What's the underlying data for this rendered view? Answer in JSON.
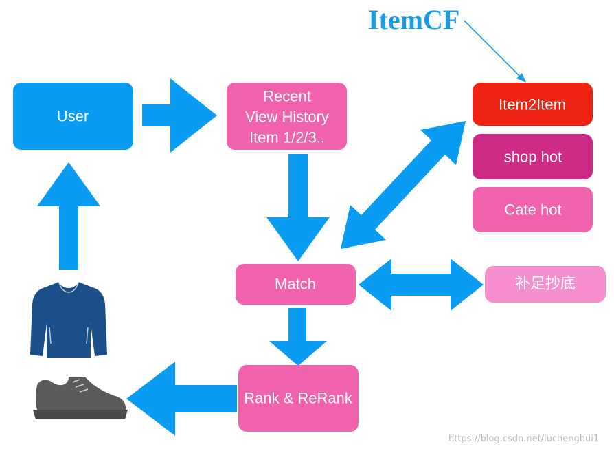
{
  "title": "ItemCF",
  "nodes": {
    "user": {
      "label": "User",
      "color": "#0a9cf2"
    },
    "recent_history": {
      "lines": [
        "Recent",
        "View History",
        "Item 1/2/3.."
      ],
      "color": "#f062ac"
    },
    "item2item": {
      "label": "Item2Item",
      "color": "#ee2311"
    },
    "shop_hot": {
      "label": "shop hot",
      "color": "#cf2a86"
    },
    "cate_hot": {
      "label": "Cate hot",
      "color": "#f062ac"
    },
    "match": {
      "label": "Match",
      "color": "#f062ac"
    },
    "fallback": {
      "label": "补足抄底",
      "color": "#f78fcf"
    },
    "rank": {
      "label": "Rank & ReRank",
      "color": "#f062ac"
    }
  },
  "colors": {
    "arrow": "#0a9cf2",
    "sweater": "#1a4f89",
    "shoe": "#5b5b5b"
  },
  "icons": [
    "sweater-icon",
    "sneaker-icon"
  ],
  "watermark": "https://blog.csdn.net/luchenghui1"
}
